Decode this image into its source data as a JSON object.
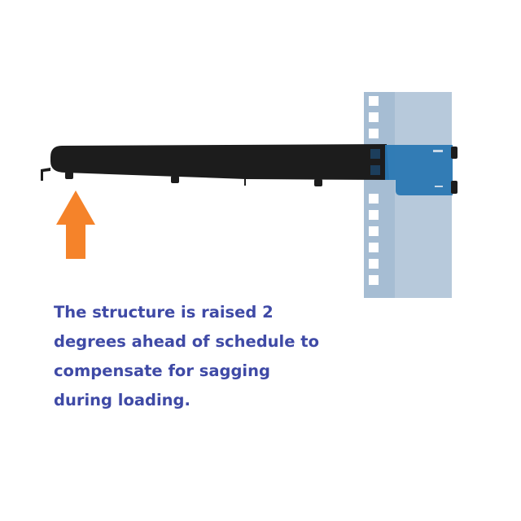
{
  "caption": {
    "lines": [
      "The structure is raised 2",
      "degrees ahead of schedule to",
      "compensate for sagging",
      "during loading."
    ]
  },
  "icons": {
    "arrow": "up-arrow-icon",
    "shelf": "cantilever-shelf",
    "rail": "rack-rail",
    "bracket": "mounting-bracket"
  },
  "colors": {
    "caption_text": "#3f4aa6",
    "arrow": "#f5832a",
    "shelf": "#1c1c1c",
    "rail": "#a6bdd3",
    "bracket": "#2a78b3"
  }
}
